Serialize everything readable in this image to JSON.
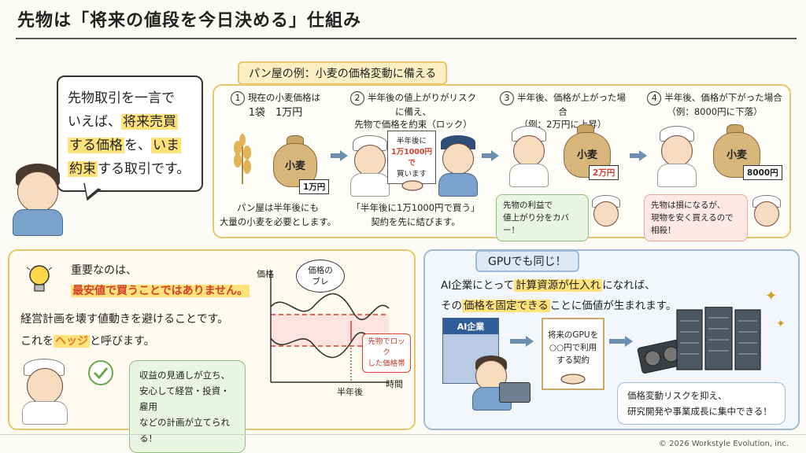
{
  "title": "先物は「将来の値段を今日決める」仕組み",
  "bubble": {
    "l1": "先物取引を一言で",
    "l2a": "いえば、",
    "l2b": "将来売買",
    "l3a": "する価格",
    "l3b": "を、",
    "l3c": "いま",
    "l4a": "約束",
    "l4b": "する取引です。"
  },
  "panel_tag": "パン屋の例：小麦の価格変動に備える",
  "steps": [
    {
      "num": "1",
      "title1": "現在の小麦価格は",
      "title2": "1袋　1万円",
      "bag": "小麦",
      "price": "1万円",
      "cap1": "パン屋は半年後にも",
      "cap2": "大量の小麦を必要とします。"
    },
    {
      "num": "2",
      "title1": "半年後の値上がりがリスクに備え、",
      "title2": "先物で価格を約束（ロック）",
      "doc1": "半年後に",
      "doc2": "1万1000円で",
      "doc3": "買います",
      "cap1": "「半年後に1万1000円で買う」",
      "cap2": "契約を先に結びます。"
    },
    {
      "num": "3",
      "title1": "半年後、価格が上がった場合",
      "title2": "（例：2万円に上昇）",
      "bag": "小麦",
      "price": "2万円",
      "note1": "先物の利益で",
      "note2": "値上がり分をカバー！"
    },
    {
      "num": "4",
      "title1": "半年後、価格が下がった場合",
      "title2": "（例：8000円に下落）",
      "bag": "小麦",
      "price": "8000円",
      "note1": "先物は損になるが、",
      "note2": "現物を安く買えるので相殺！"
    }
  ],
  "bottom_left": {
    "l1": "重要なのは、",
    "l2": "最安値で買うことではありません。",
    "l3": "経営計画を壊す値動きを避けることです。",
    "l4a": "これを",
    "l4b": "ヘッジ",
    "l4c": "と呼びます。",
    "note1": "収益の見通しが立ち、",
    "note2": "安心して経営・投資・雇用",
    "note3": "などの計画が立てられる！",
    "chart_ylabel": "価格",
    "chart_xlabel": "時間",
    "chart_xtick": "半年後",
    "bubble1": "価格の",
    "bubble2": "ブレ",
    "band1": "先物でロック",
    "band2": "した価格帯"
  },
  "bottom_right": {
    "tag": "GPUでも同じ！",
    "l1a": "AI企業にとって",
    "l1b": "計算資源が仕入れ",
    "l1c": "になれば、",
    "l2a": "その",
    "l2b": "価格を固定できる",
    "l2c": "ことに価値が生まれます。",
    "building": "AI企業",
    "doc1": "将来のGPUを",
    "doc2": "○○円で利用",
    "doc3": "する契約",
    "note1": "価格変動リスクを抑え、",
    "note2": "研究開発や事業成長に集中できる！"
  },
  "footer": "© 2026 Workstyle Evolution, inc.",
  "colors": {
    "accent_yellow": "#ffe27a",
    "red": "#d6402a",
    "orange": "#e07a1f",
    "panel_border": "#e8c66a",
    "blue_border": "#9fbad8"
  }
}
